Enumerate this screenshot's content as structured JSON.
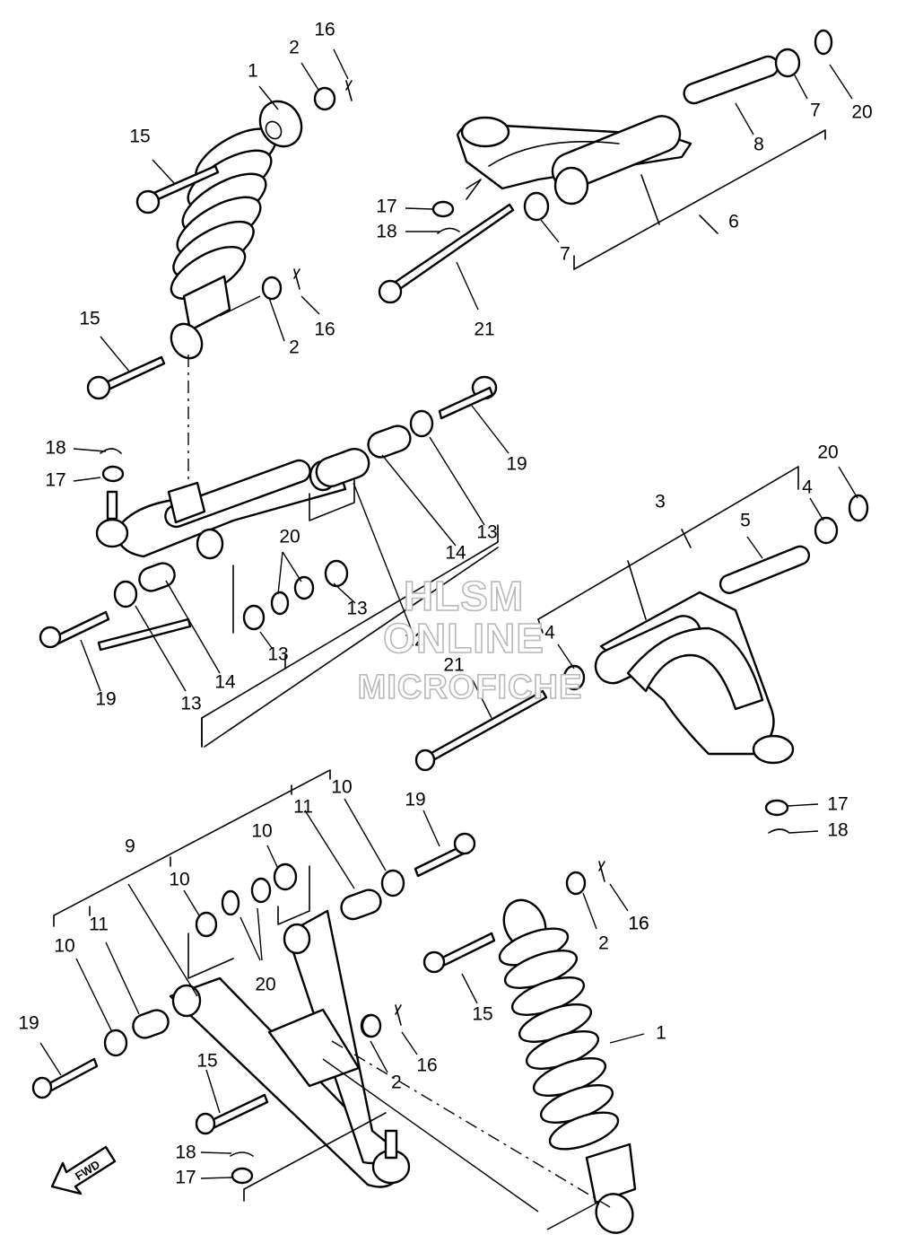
{
  "watermark": {
    "line1": "HLSM",
    "line2": "ONLINE",
    "line3": "MICROFICHE"
  },
  "direction_label": "FWD",
  "callouts": [
    "1",
    "2",
    "16",
    "15",
    "2",
    "16",
    "15",
    "18",
    "17",
    "19",
    "13",
    "14",
    "12",
    "20",
    "13",
    "13",
    "14",
    "13",
    "19",
    "20",
    "4",
    "3",
    "5",
    "4",
    "21",
    "17",
    "18",
    "16",
    "8",
    "7",
    "20",
    "17",
    "18",
    "7",
    "6",
    "21",
    "10",
    "11",
    "10",
    "19",
    "9",
    "10",
    "11",
    "10",
    "20",
    "19",
    "15",
    "18",
    "17",
    "2",
    "16",
    "2",
    "16",
    "15",
    "1"
  ],
  "colors": {
    "line": "#000000",
    "background": "#ffffff",
    "watermark": "#b8b8b8"
  }
}
